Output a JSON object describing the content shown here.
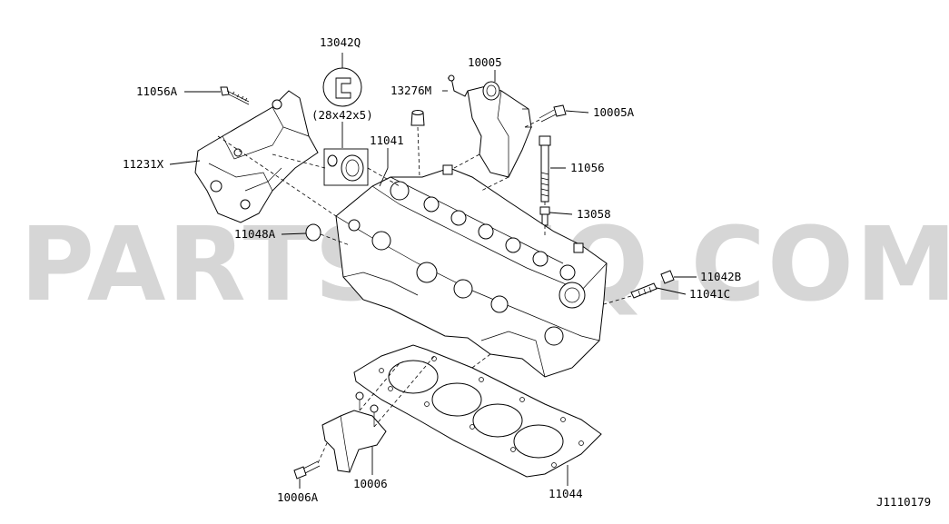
{
  "watermark": "PARTSOUQ.COM",
  "figure_code": "J1110179",
  "labels": {
    "p13042q": "13042Q",
    "p13042q_size": "(28x42x5)",
    "p11056a": "11056A",
    "p11231x": "11231X",
    "p13276m": "13276M",
    "p10005": "10005",
    "p10005a": "10005A",
    "p11041": "11041",
    "p11056": "11056",
    "p13058": "13058",
    "p11048a": "11048A",
    "p11042b": "11042B",
    "p11041c": "11041C",
    "p10006": "10006",
    "p10006a": "10006A",
    "p11044": "11044"
  }
}
